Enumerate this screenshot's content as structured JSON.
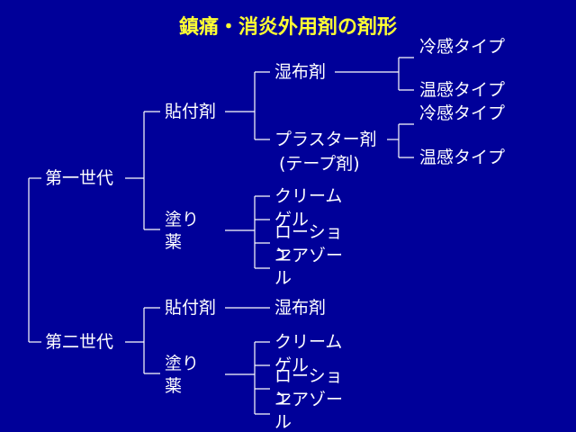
{
  "title": "鎮痛・消炎外用剤の剤形",
  "gen1": {
    "label": "第一世代",
    "patch": {
      "label": "貼付剤",
      "poultice": {
        "label": "湿布剤",
        "cool": "冷感タイプ",
        "warm": "温感タイプ"
      },
      "plaster": {
        "label": "プラスター剤",
        "sub": "(テープ剤)",
        "cool": "冷感タイプ",
        "warm": "温感タイプ"
      }
    },
    "coating": {
      "label": "塗り薬",
      "items": [
        "クリーム",
        "ゲル",
        "ローション",
        "エアゾール"
      ]
    }
  },
  "gen2": {
    "label": "第二世代",
    "patch": {
      "label": "貼付剤",
      "poultice": "湿布剤"
    },
    "coating": {
      "label": "塗り薬",
      "items": [
        "クリーム",
        "ゲル",
        "ローション",
        "エアゾール"
      ]
    }
  }
}
